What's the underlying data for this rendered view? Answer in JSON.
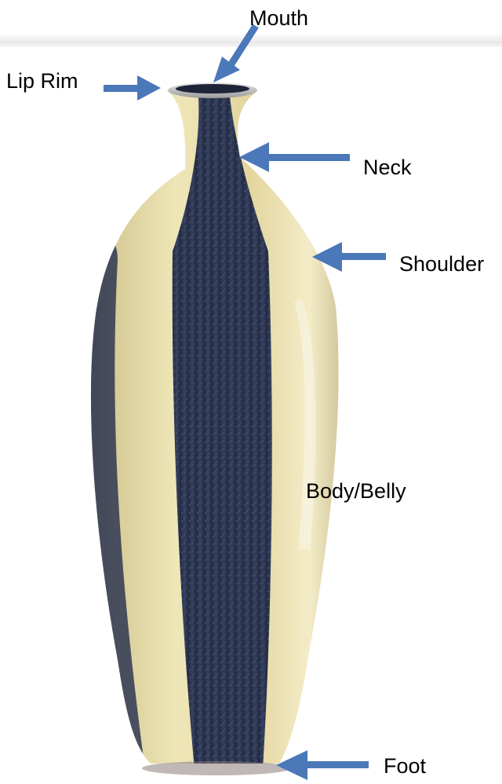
{
  "diagram": {
    "labels": {
      "mouth": "Mouth",
      "lip_rim": "Lip Rim",
      "neck": "Neck",
      "shoulder": "Shoulder",
      "body_belly": "Body/Belly",
      "foot": "Foot"
    }
  },
  "colors": {
    "arrow": "#4a78b8",
    "gold_glaze": "#ddd19b",
    "navy_glaze": "#2b3450",
    "label_text": "#000000"
  }
}
